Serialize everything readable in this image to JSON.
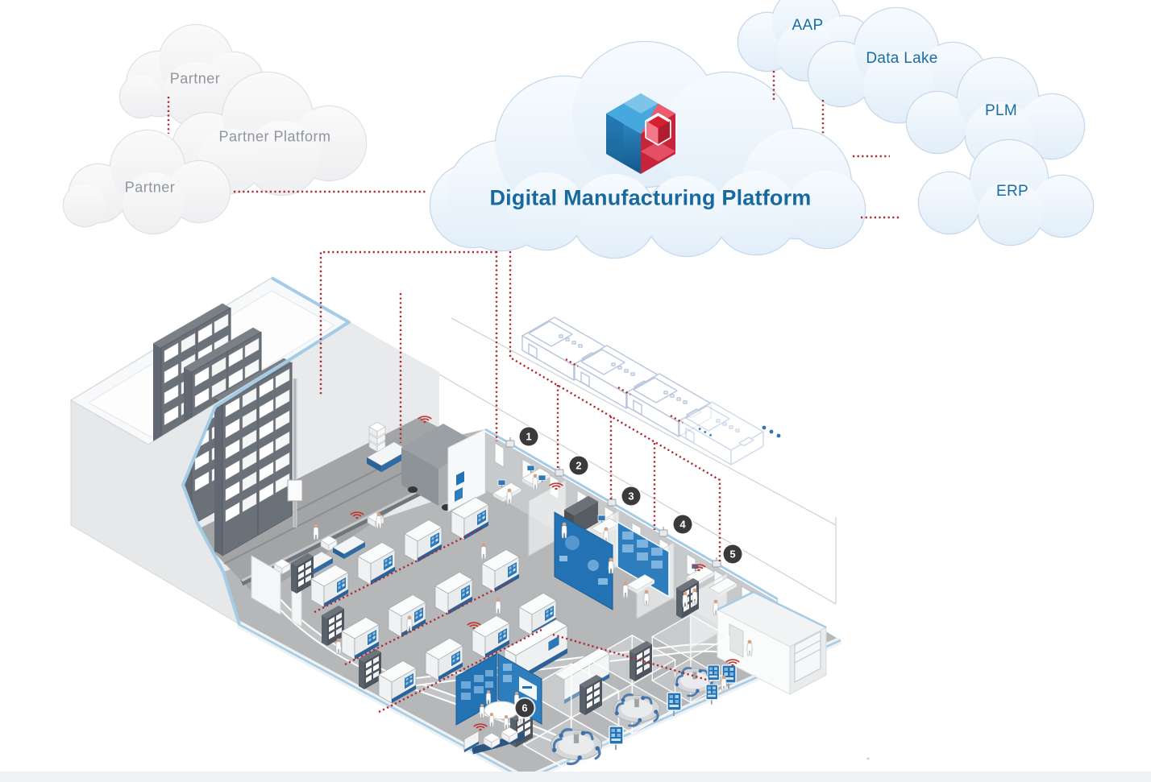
{
  "clouds": {
    "partner_top": {
      "label": "Partner"
    },
    "partner_platform": {
      "label": "Partner Platform"
    },
    "partner_bottom": {
      "label": "Partner"
    },
    "main": {
      "label": "Digital Manufacturing Platform"
    },
    "aap": {
      "label": "AAP"
    },
    "data_lake": {
      "label": "Data Lake"
    },
    "plm": {
      "label": "PLM"
    },
    "erp": {
      "label": "ERP"
    }
  },
  "markers": [
    "1",
    "2",
    "3",
    "4",
    "5",
    "6"
  ],
  "ellipsis": "...",
  "colors": {
    "title_blue": "#17699f",
    "label_blue": "#1a6ca6",
    "label_gray": "#8e959b",
    "connector_red": "#b02830",
    "trim_blue": "#a5cce7",
    "screen_blue": "#2272b4",
    "logo_blue": "#2f87c3",
    "logo_red": "#d6202f",
    "cloud_border": "#c6d9ea"
  }
}
